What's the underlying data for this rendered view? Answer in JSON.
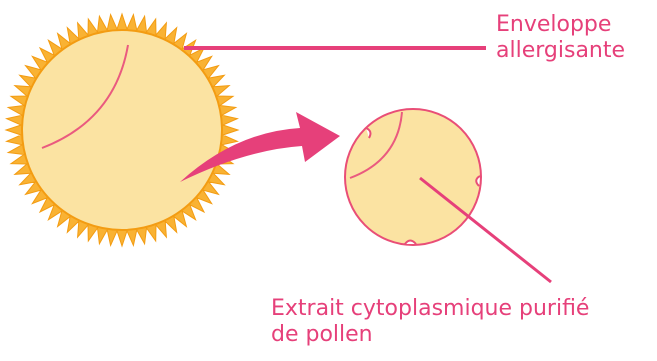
{
  "labels": {
    "envelope": [
      "Enveloppe",
      "allergisante"
    ],
    "extract": [
      "Extrait cytoplasmique purifié",
      "de pollen"
    ]
  },
  "colors": {
    "spike_fill": "#f9b233",
    "pollen_fill": "#fbe3a2",
    "cell_fill": "#fbe3a2",
    "outline": "#e94e77",
    "arrow": "#e6407a",
    "label_text": "#e6407a",
    "inner_stroke": "#ea5a7f"
  }
}
